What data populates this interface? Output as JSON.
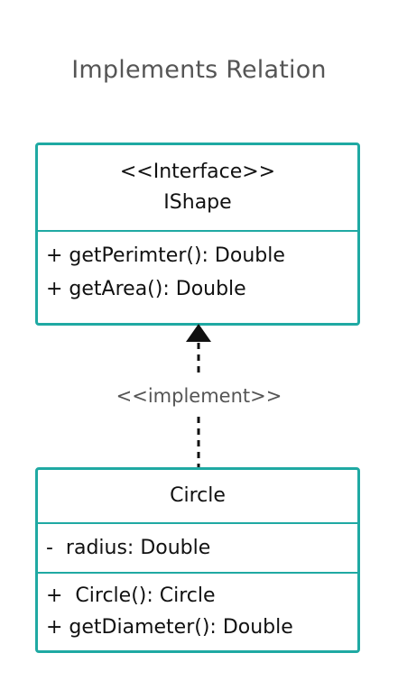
{
  "title": "Implements Relation",
  "interface": {
    "stereotype": "<<Interface>>",
    "name": "IShape",
    "methods": [
      "+ getPerimter(): Double",
      "+ getArea(): Double"
    ]
  },
  "relation": {
    "label": "<<implement>>"
  },
  "class": {
    "name": "Circle",
    "attributes": [
      "-  radius: Double"
    ],
    "methods": [
      "+  Circle(): Circle",
      "+ getDiameter(): Double"
    ]
  },
  "colors": {
    "border": "#1fa9a3",
    "title": "#555555",
    "text": "#111111",
    "connector": "#111111"
  }
}
